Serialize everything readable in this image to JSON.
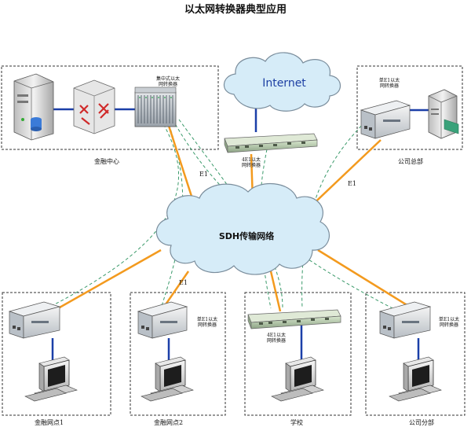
{
  "title": "以太网转换器典型应用",
  "clouds": {
    "internet": "Internet",
    "sdh": "SDH传输网络"
  },
  "link_label": "E1",
  "sites": {
    "finance_center": {
      "name": "金融中心",
      "device_label_1": "集中式以太",
      "device_label_2": "网转换器"
    },
    "hub_4e1": {
      "device_label_1": "4E1以太",
      "device_label_2": "网转换器"
    },
    "hq": {
      "name": "公司总部",
      "device_label_1": "单E1以太",
      "device_label_2": "网转换器"
    },
    "branch1": {
      "name": "金融网点1"
    },
    "branch2": {
      "name": "金融网点2",
      "device_label_1": "单E1以太",
      "device_label_2": "网转换器"
    },
    "school": {
      "name": "学校",
      "device_label_1": "4E1以太",
      "device_label_2": "网转换器"
    },
    "sub_office": {
      "name": "公司分部",
      "device_label_1": "单E1以太",
      "device_label_2": "网转换器"
    }
  },
  "colors": {
    "e1_line": "#f39a1e",
    "lan_line": "#1b3fa8",
    "dashed_line": "#3a9a6a",
    "cloud_fill": "#d6ecf8",
    "cloud_stroke": "#7a8d9c",
    "box_stroke": "#333333"
  }
}
